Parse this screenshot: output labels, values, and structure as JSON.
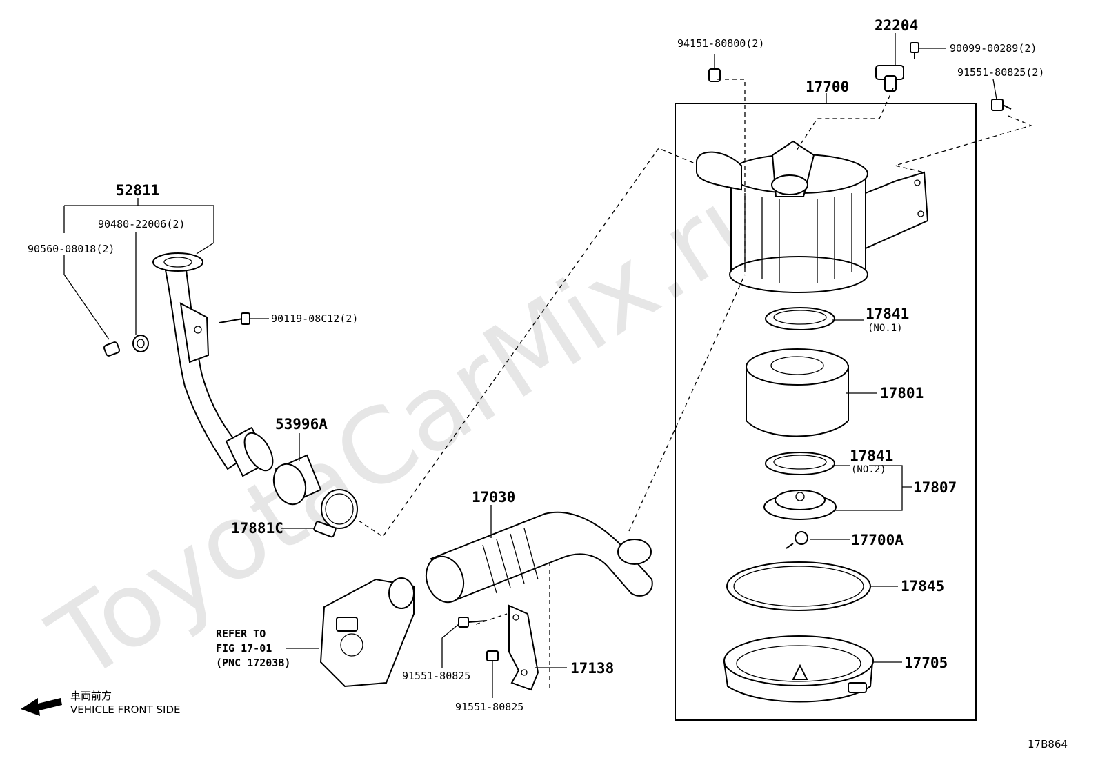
{
  "watermark": "ToyotaCarMix.ru",
  "figure_code": "17B864",
  "direction_note": {
    "jp": "車両前方",
    "en": "VEHICLE FRONT SIDE"
  },
  "refer_note": {
    "line1": "REFER TO",
    "line2": "FIG 17-01",
    "line3": "(PNC 17203B)"
  },
  "labels": {
    "p52811": "52811",
    "p90480": "90480-22006(2)",
    "p90560": "90560-08018(2)",
    "p90119": "90119-08C12(2)",
    "p53996A": "53996A",
    "p17881C": "17881C",
    "p17030": "17030",
    "p91551_a": "91551-80825",
    "p91551_b": "91551-80825",
    "p17138": "17138",
    "p94151": "94151-80800(2)",
    "p22204": "22204",
    "p90099": "90099-00289(2)",
    "p91551_c": "91551-80825(2)",
    "p17700": "17700",
    "p17841_1": "17841",
    "p17841_1_note": "(NO.1)",
    "p17801": "17801",
    "p17841_2": "17841",
    "p17841_2_note": "(NO.2)",
    "p17807": "17807",
    "p17700A": "17700A",
    "p17845": "17845",
    "p17705": "17705"
  }
}
